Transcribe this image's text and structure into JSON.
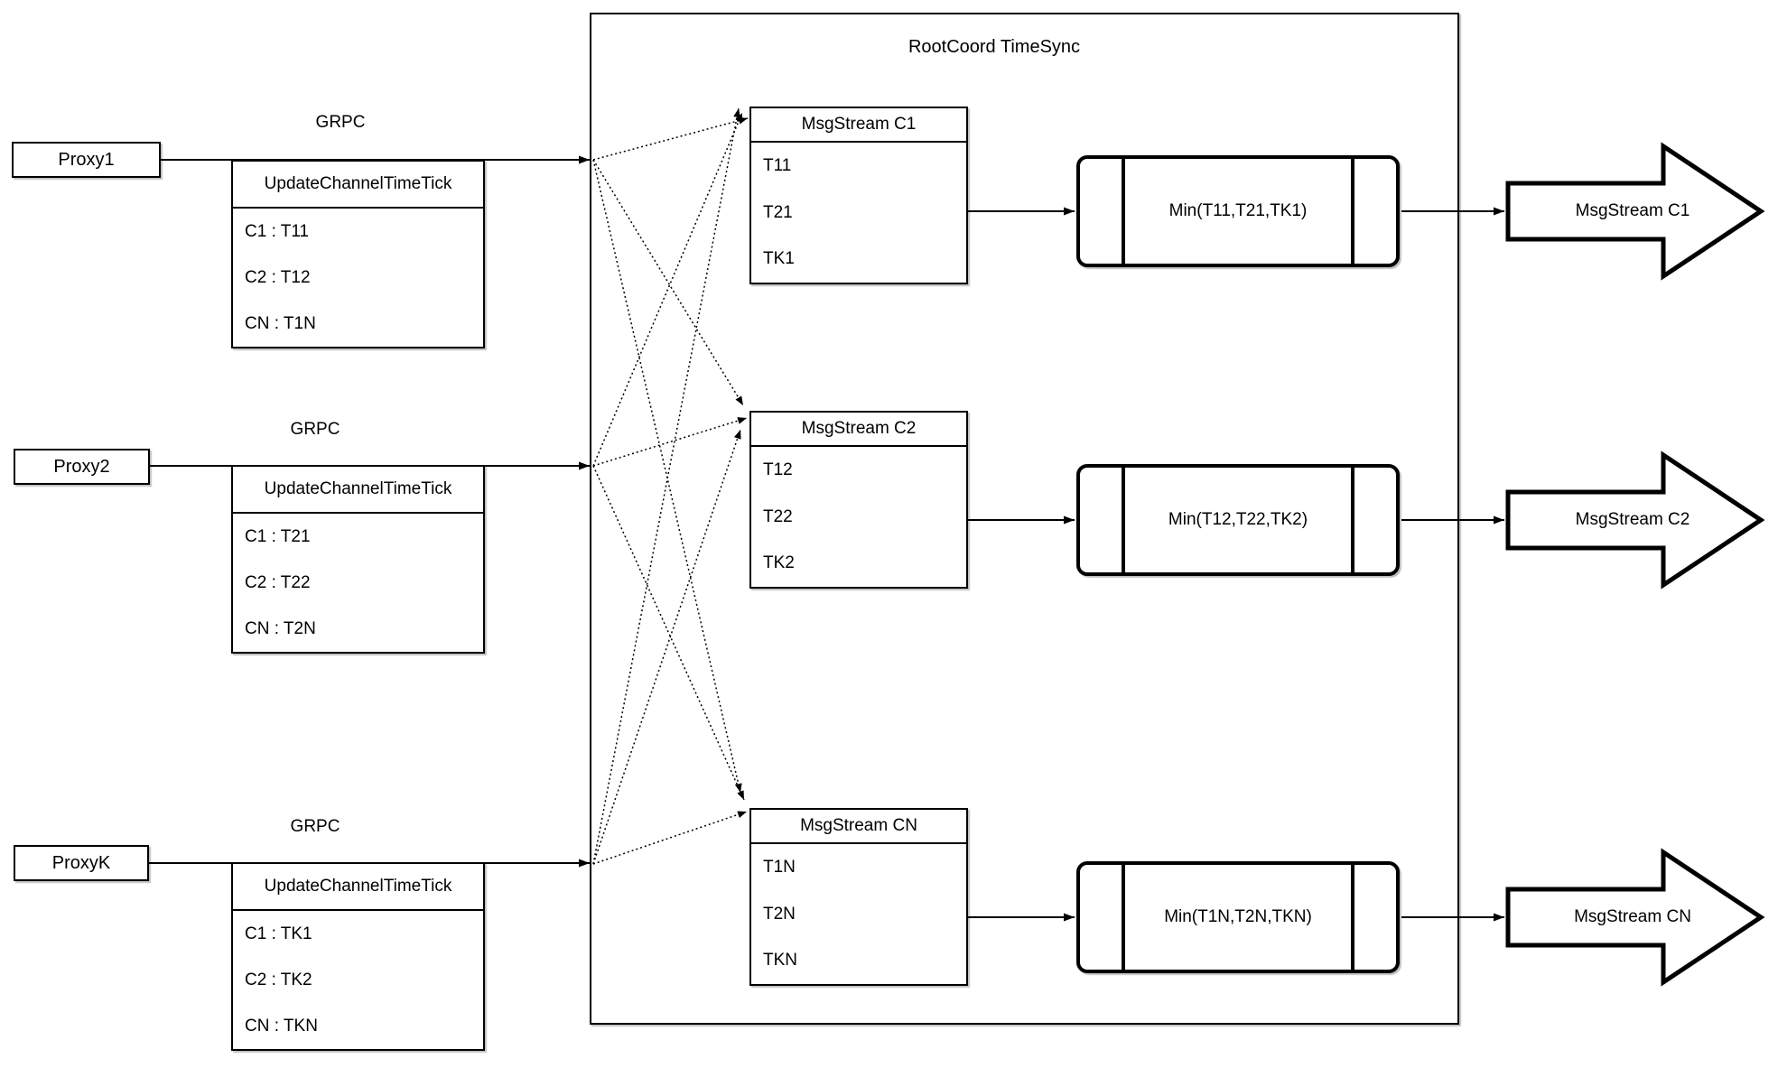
{
  "title": "RootCoord TimeSync",
  "grpc_label": "GRPC",
  "proxies": [
    {
      "label": "Proxy1",
      "table": {
        "title": "UpdateChannelTimeTick",
        "rows": [
          "C1 :  T11",
          "C2 :  T12",
          "CN : T1N"
        ]
      }
    },
    {
      "label": "Proxy2",
      "table": {
        "title": "UpdateChannelTimeTick",
        "rows": [
          "C1 :  T21",
          "C2 :  T22",
          "CN : T2N"
        ]
      }
    },
    {
      "label": "ProxyK",
      "table": {
        "title": "UpdateChannelTimeTick",
        "rows": [
          "C1 :  TK1",
          "C2 :  TK2",
          "CN : TKN"
        ]
      }
    }
  ],
  "streams": [
    {
      "title": "MsgStream C1",
      "rows": [
        "T11",
        "T21",
        "TK1"
      ],
      "min_label": "Min(T11,T21,TK1)",
      "output_label": "MsgStream C1"
    },
    {
      "title": "MsgStream C2",
      "rows": [
        "T12",
        "T22",
        "TK2"
      ],
      "min_label": "Min(T12,T22,TK2)",
      "output_label": "MsgStream C2"
    },
    {
      "title": "MsgStream CN",
      "rows": [
        "T1N",
        "T2N",
        "TKN"
      ],
      "min_label": "Min(T1N,T2N,TKN)",
      "output_label": "MsgStream CN"
    }
  ],
  "colors": {
    "line": "#000000",
    "background": "#ffffff",
    "shape_fill": "#ffffff"
  }
}
